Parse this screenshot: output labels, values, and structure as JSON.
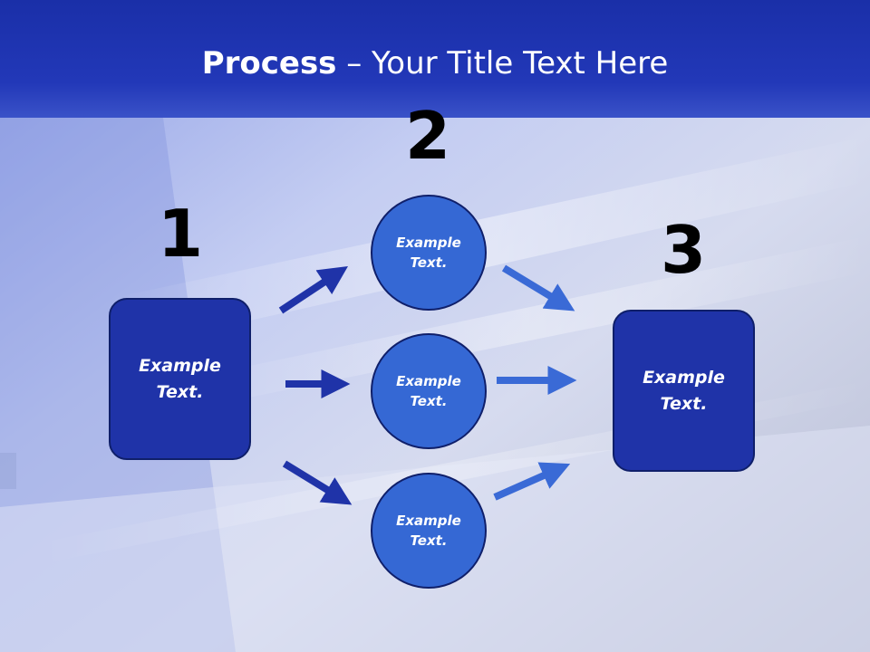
{
  "slide": {
    "title_bold": "Process",
    "title_rest": " – Your Title Text Here"
  },
  "steps": {
    "one": {
      "number": "1",
      "line1": "Example",
      "line2": "Text."
    },
    "two": {
      "number": "2"
    },
    "three": {
      "number": "3",
      "line1": "Example",
      "line2": "Text."
    }
  },
  "circles": [
    {
      "line1": "Example",
      "line2": "Text."
    },
    {
      "line1": "Example",
      "line2": "Text."
    },
    {
      "line1": "Example",
      "line2": "Text."
    }
  ],
  "colors": {
    "header": "#2238b8",
    "box_fill": "#1f33a8",
    "circle_fill": "#3568d4",
    "arrow_left": "#1f33a8",
    "arrow_right": "#3a6ad6"
  }
}
